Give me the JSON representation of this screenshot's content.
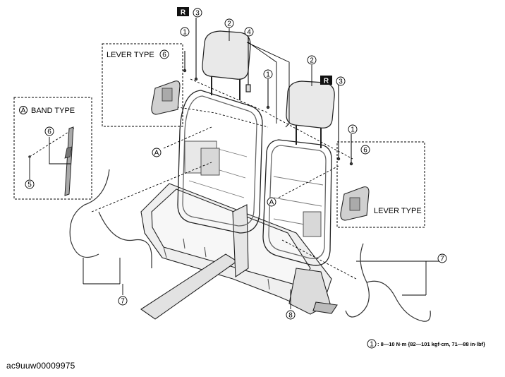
{
  "callouts": {
    "c1": "1",
    "c2": "2",
    "c3": "3",
    "c4": "4",
    "c5": "5",
    "c6": "6",
    "c7": "7",
    "c8": "8",
    "a": "A",
    "r": "R"
  },
  "insets": {
    "band_type": "BAND TYPE",
    "lever_type_left": "LEVER TYPE",
    "lever_type_right": "LEVER TYPE"
  },
  "torque_spec": ": 8—10 N·m {82—101 kgf·cm, 71—88 in·lbf}",
  "figure_code": "ac9uuw00009975",
  "colors": {
    "stroke": "#000000",
    "part_fill": "#eeeeee",
    "shade": "#9a9a9a",
    "badge": "#111111"
  }
}
